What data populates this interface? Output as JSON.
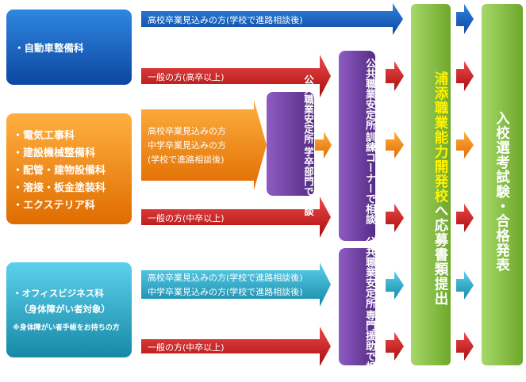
{
  "departments": {
    "auto": {
      "items": [
        "・自動車整備科"
      ]
    },
    "construction": {
      "items": [
        "・電気工事科",
        "・建設機械整備科",
        "・配管・建物設備科",
        "・溶接・板金塗装科",
        "・エクステリア科"
      ]
    },
    "office": {
      "items": [
        "・オフィスビジネス科",
        "（身体障がい者対象）"
      ],
      "note": "※身体障がい者手帳をお持ちの方"
    }
  },
  "routes": {
    "auto_hs": "高校卒業見込みの方(学校で進路相談後)",
    "auto_general": "一般の方(高卒以上)",
    "cons_students": [
      "高校卒業見込みの方",
      "中学卒業見込みの方",
      "(学校で進路相談後)"
    ],
    "cons_general": "一般の方(中卒以上)",
    "office_students": [
      "高校卒業見込みの方(学校で進路相談後)",
      "中学卒業見込みの方(学校で進路相談後)"
    ],
    "office_general": "一般の方(中卒以上)"
  },
  "offices": {
    "student_section": [
      "公共職業安定所",
      "学卒部門で相談"
    ],
    "training_corner": [
      "公共職業安定所",
      "訓練コーナーで相談"
    ],
    "specialist_support": [
      "公共職業安定所",
      "専門援助で相談"
    ]
  },
  "application": [
    "浦添職業能力開発校",
    "へ応募書類提出"
  ],
  "final": "入校選考試験・合格発表",
  "colors": {
    "blue": "#1565c0",
    "orange": "#f08a16",
    "cyan": "#28a8c8",
    "red": "#d42020",
    "purple": "#6a3d9a",
    "green": "#8cc63e",
    "yellow": "#fff200"
  }
}
